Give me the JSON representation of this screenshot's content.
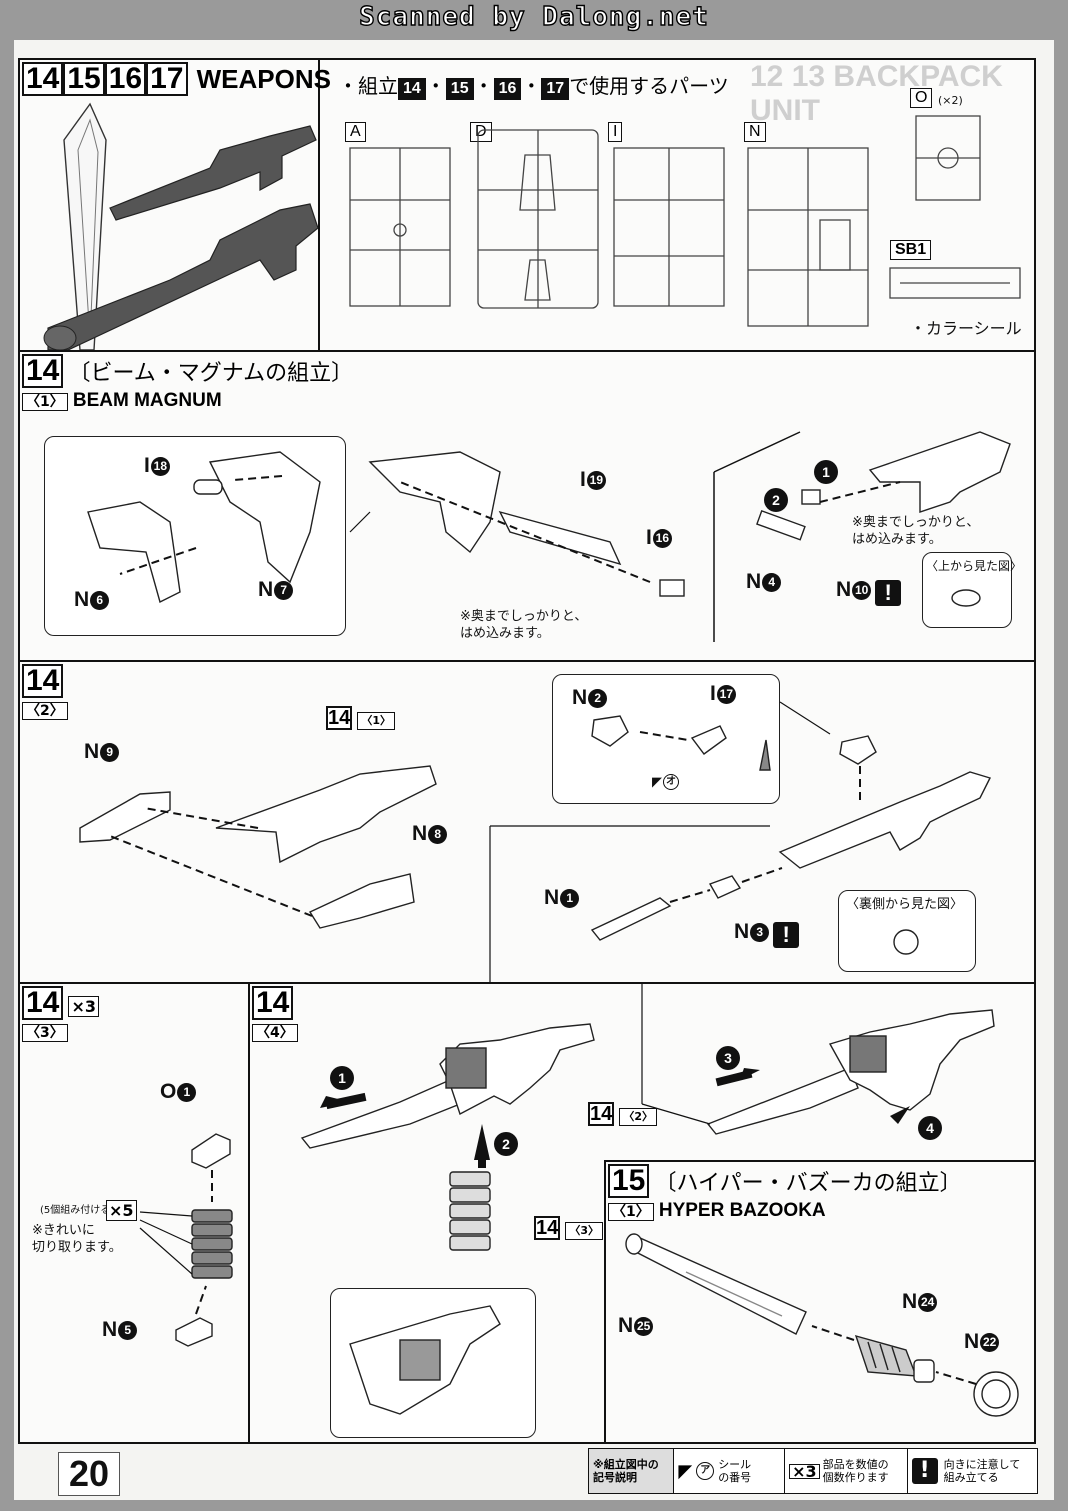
{
  "header": {
    "scan_credit": "Scanned by Dalong.net"
  },
  "top": {
    "steps": [
      "14",
      "15",
      "16",
      "17"
    ],
    "title": "WEAPONS",
    "parts_heading_prefix": "・組立",
    "parts_heading_steps": [
      "14",
      "15",
      "16",
      "17"
    ],
    "parts_heading_suffix": "で使用するパーツ",
    "sprues": [
      "A",
      "D",
      "I",
      "N"
    ],
    "sprue_o": "O",
    "sprue_o_count": "(×2)",
    "sticker_sheet": "SB1",
    "sticker_label": "・カラーシール"
  },
  "step14_1": {
    "step": "14",
    "title_jp": "〔ビーム・マグナムの組立〕",
    "substep": "〈1〉",
    "title_en": "BEAM MAGNUM",
    "labels": {
      "i18": "I",
      "i18n": "18",
      "n6": "N",
      "n6n": "6",
      "n7": "N",
      "n7n": "7",
      "i19": "I",
      "i19n": "19",
      "i16": "I",
      "i16n": "16",
      "n4": "N",
      "n4n": "4",
      "n10": "N",
      "n10n": "10"
    },
    "arrow1": "1",
    "arrow2": "2",
    "note_center": "※奥までしっかりと、\nはめ込みます。",
    "note_right": "※奥までしっかりと、\nはめ込みます。",
    "top_view": "〈上から見た図〉"
  },
  "step14_2": {
    "step": "14",
    "substep": "〈2〉",
    "ref_step": "14",
    "ref_sub": "〈1〉",
    "labels": {
      "n9": "N",
      "n9n": "9",
      "n8": "N",
      "n8n": "8",
      "n2": "N",
      "n2n": "2",
      "i17": "I",
      "i17n": "17",
      "n1": "N",
      "n1n": "1",
      "n3": "N",
      "n3n": "3"
    },
    "sticker_mark": "オ",
    "back_view": "〈裏側から見た図〉"
  },
  "step14_3": {
    "step": "14",
    "substep": "〈3〉",
    "multiplier": "×3",
    "labels": {
      "o1": "O",
      "o1n": "1",
      "n5": "N",
      "n5n": "5"
    },
    "note_group": "(5個組み付ける)",
    "mult5": "×5",
    "note_cut": "※きれいに\n切り取ります。"
  },
  "step14_4": {
    "step": "14",
    "substep": "〈4〉",
    "ref_a": "14",
    "ref_a_sub": "〈2〉",
    "ref_b": "14",
    "ref_b_sub": "〈3〉",
    "arrows": [
      "1",
      "2",
      "3",
      "4"
    ]
  },
  "step15_1": {
    "step": "15",
    "title_jp": "〔ハイパー・バズーカの組立〕",
    "substep": "〈1〉",
    "title_en": "HYPER BAZOOKA",
    "labels": {
      "n25": "N",
      "n25n": "25",
      "n24": "N",
      "n24n": "24",
      "n22": "N",
      "n22n": "22"
    }
  },
  "footer": {
    "page": "20",
    "legend_head": "※組立図中の\n記号説明",
    "legend_sticker_mark": "ア",
    "legend_sticker": "シール\nの番号",
    "legend_mult": "×3",
    "legend_mult_text": "部品を数値の\n個数作ります",
    "legend_warn_text": "向きに注意して\n組み立てる"
  },
  "colors": {
    "ink": "#111111",
    "paper": "#f4f4f2",
    "part_dark": "#6e6e6e"
  }
}
